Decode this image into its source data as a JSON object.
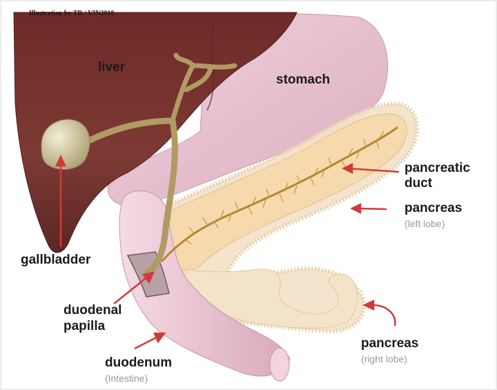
{
  "credit": "Illustration by TR / VIN2010",
  "labels": {
    "liver": "liver",
    "stomach": "stomach",
    "pancreatic_duct_line1": "pancreatic",
    "pancreatic_duct_line2": "duct",
    "pancreas_left": "pancreas",
    "pancreas_left_sub": "(left lobe)",
    "gallbladder": "gallbladder",
    "duodenal_papilla_line1": "duodenal",
    "duodenal_papilla_line2": "papilla",
    "duodenum": "duodenum",
    "duodenum_sub": "(Intestine)",
    "pancreas_right": "pancreas",
    "pancreas_right_sub": "(right lobe)"
  },
  "colors": {
    "liver": "#7a3530",
    "stomach": "#e9c4d2",
    "pancreas": "#f6d9ad",
    "duct": "#b5852f",
    "gallbladder": "#cfc59a",
    "arrow": "#d23a3a"
  }
}
